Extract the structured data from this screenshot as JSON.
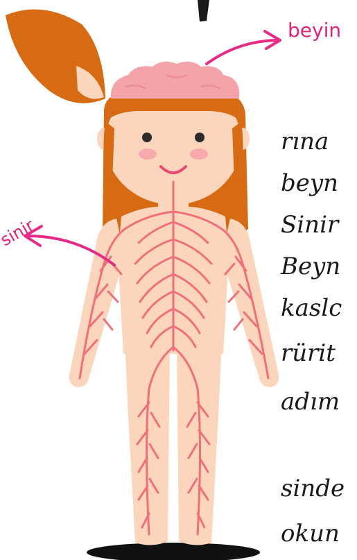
{
  "labels": {
    "brain": "beyin",
    "nerve": "sinir"
  },
  "text_fragments": [
    "rına",
    "beyn",
    "Sinir",
    "Beyn",
    "kaslc",
    "rürit",
    "adım",
    "sinde",
    "okun"
  ],
  "colors": {
    "label_pink": "#e0247a",
    "arrow_pink": "#e52b86",
    "brain": "#f4a3a8",
    "skin": "#fcd5bd",
    "hair": "#d76b14",
    "nerve": "#ef6f7a",
    "blush": "#f7a9ad",
    "eye": "#2b2b2b",
    "shadow": "#111111"
  }
}
